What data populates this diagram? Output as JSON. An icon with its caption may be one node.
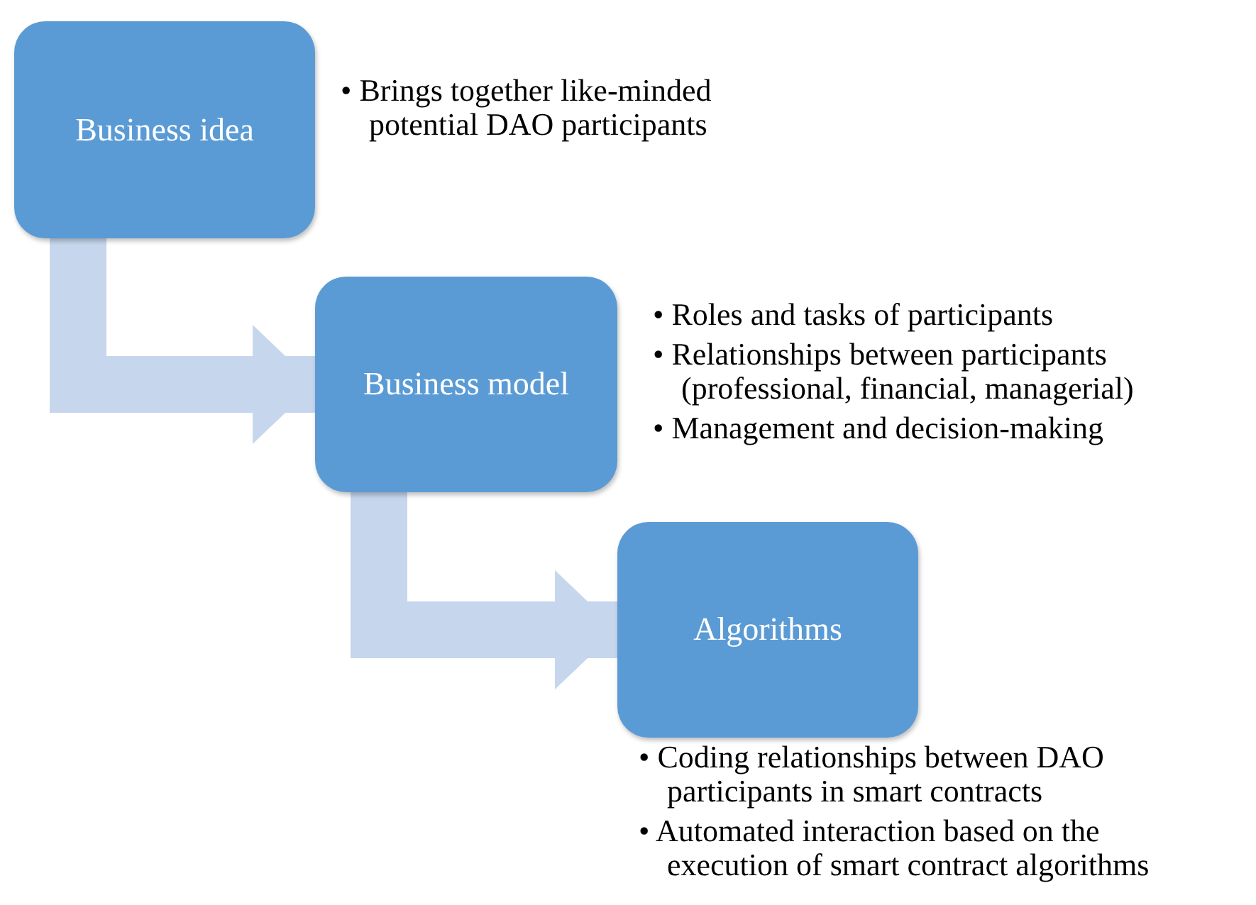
{
  "diagram": {
    "nodes": [
      {
        "text": [
          "Business idea"
        ],
        "beside": [
          "• Brings together like-minded potential DAO participants"
        ]
      },
      {
        "text": [
          "Business model"
        ],
        "beside": [
          "• Roles and tasks of participants",
          "• Relationships between participants (professional, financial, managerial)",
          "• Management and decision-making"
        ]
      },
      {
        "text": [
          "Algorithms"
        ],
        "beside": [
          "• Coding relationships between DAO participants in smart contracts",
          "• Automated interaction based on the execution of smart contract algorithms"
        ]
      }
    ],
    "edges": [
      {
        "from": 0,
        "to": 1,
        "arrow": "to"
      },
      {
        "from": 1,
        "to": 2,
        "arrow": "to"
      }
    ]
  }
}
